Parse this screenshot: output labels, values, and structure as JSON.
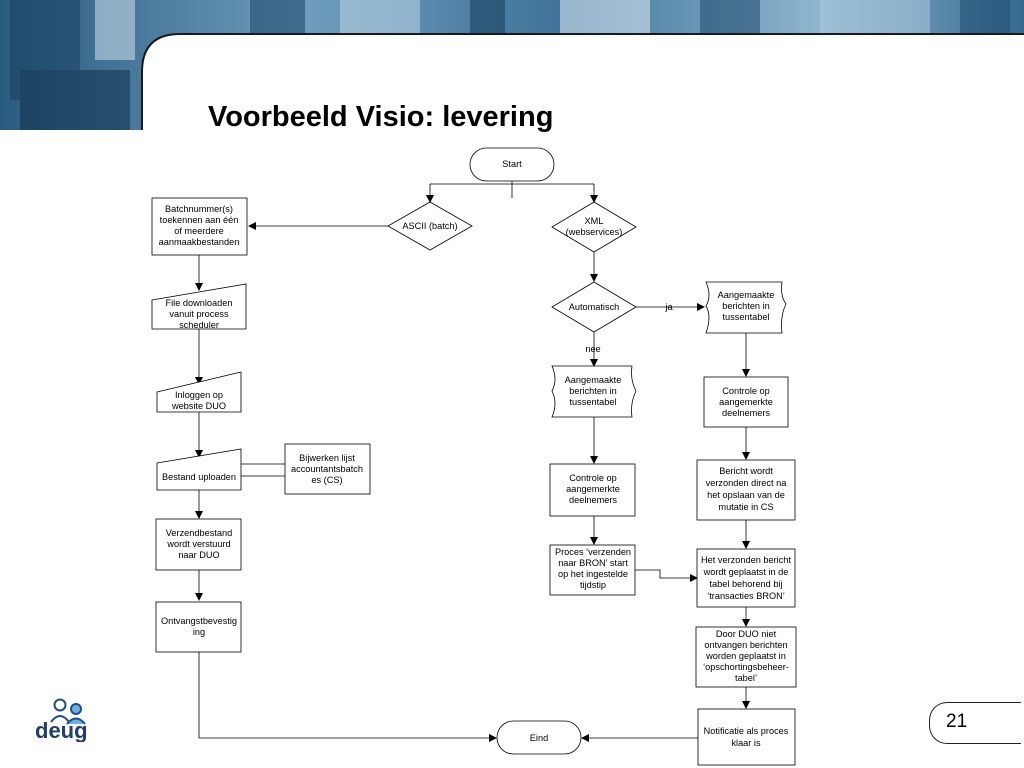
{
  "slide": {
    "title": "Voorbeeld Visio: levering",
    "page_number": "21",
    "logo_text": "deug"
  },
  "colors": {
    "banner_dark": "#1d4f73",
    "banner_light": "#9fc1d8",
    "line": "#000000"
  },
  "flow": {
    "start": "Start",
    "end": "Eind",
    "ascii": "ASCII (batch)",
    "xml": [
      "XML",
      "(webservices)"
    ],
    "batch_number": [
      "Batchnummer(s)",
      "toekennen aan één",
      "of meerdere",
      "aanmaakbestanden"
    ],
    "file_download": [
      "File downloaden",
      "vanuit process",
      "scheduler"
    ],
    "login": [
      "Inloggen op",
      "website DUO"
    ],
    "upload": "Bestand uploaden",
    "update_list": [
      "Bijwerken lijst",
      "accountantsbatch",
      "es (CS)"
    ],
    "send_file": [
      "Verzendbestand",
      "wordt verstuurd",
      "naar DUO"
    ],
    "receipt": [
      "Ontvangstbevestig",
      "ing"
    ],
    "automatic": "Automatisch",
    "yes": "ja",
    "no": "nee",
    "messages_left": [
      "Aangemaakte",
      "berichten in",
      "tussentabel"
    ],
    "messages_right": [
      "Aangemaakte",
      "berichten in",
      "tussentabel"
    ],
    "check_left": [
      "Controle op",
      "aangemerkte",
      "deelnemers"
    ],
    "check_right": [
      "Controle op",
      "aangemerkte",
      "deelnemers"
    ],
    "process_send": [
      "Proces ‘verzenden",
      "naar BRON’ start",
      "op het ingestelde",
      "tijdstip"
    ],
    "message_sent": [
      "Bericht wordt",
      "verzonden direct na",
      "het opslaan van de",
      "mutatie in CS"
    ],
    "sent_message": [
      "Het verzonden bericht",
      "wordt geplaatst in de",
      "tabel behorend bij",
      "‘transacties BRON’"
    ],
    "not_received": [
      "Door DUO niet",
      "ontvangen berichten",
      "worden geplaatst in",
      "‘opschortingsbeheer-",
      "tabel’"
    ],
    "notification": [
      "Notificatie als proces",
      "klaar is"
    ]
  }
}
